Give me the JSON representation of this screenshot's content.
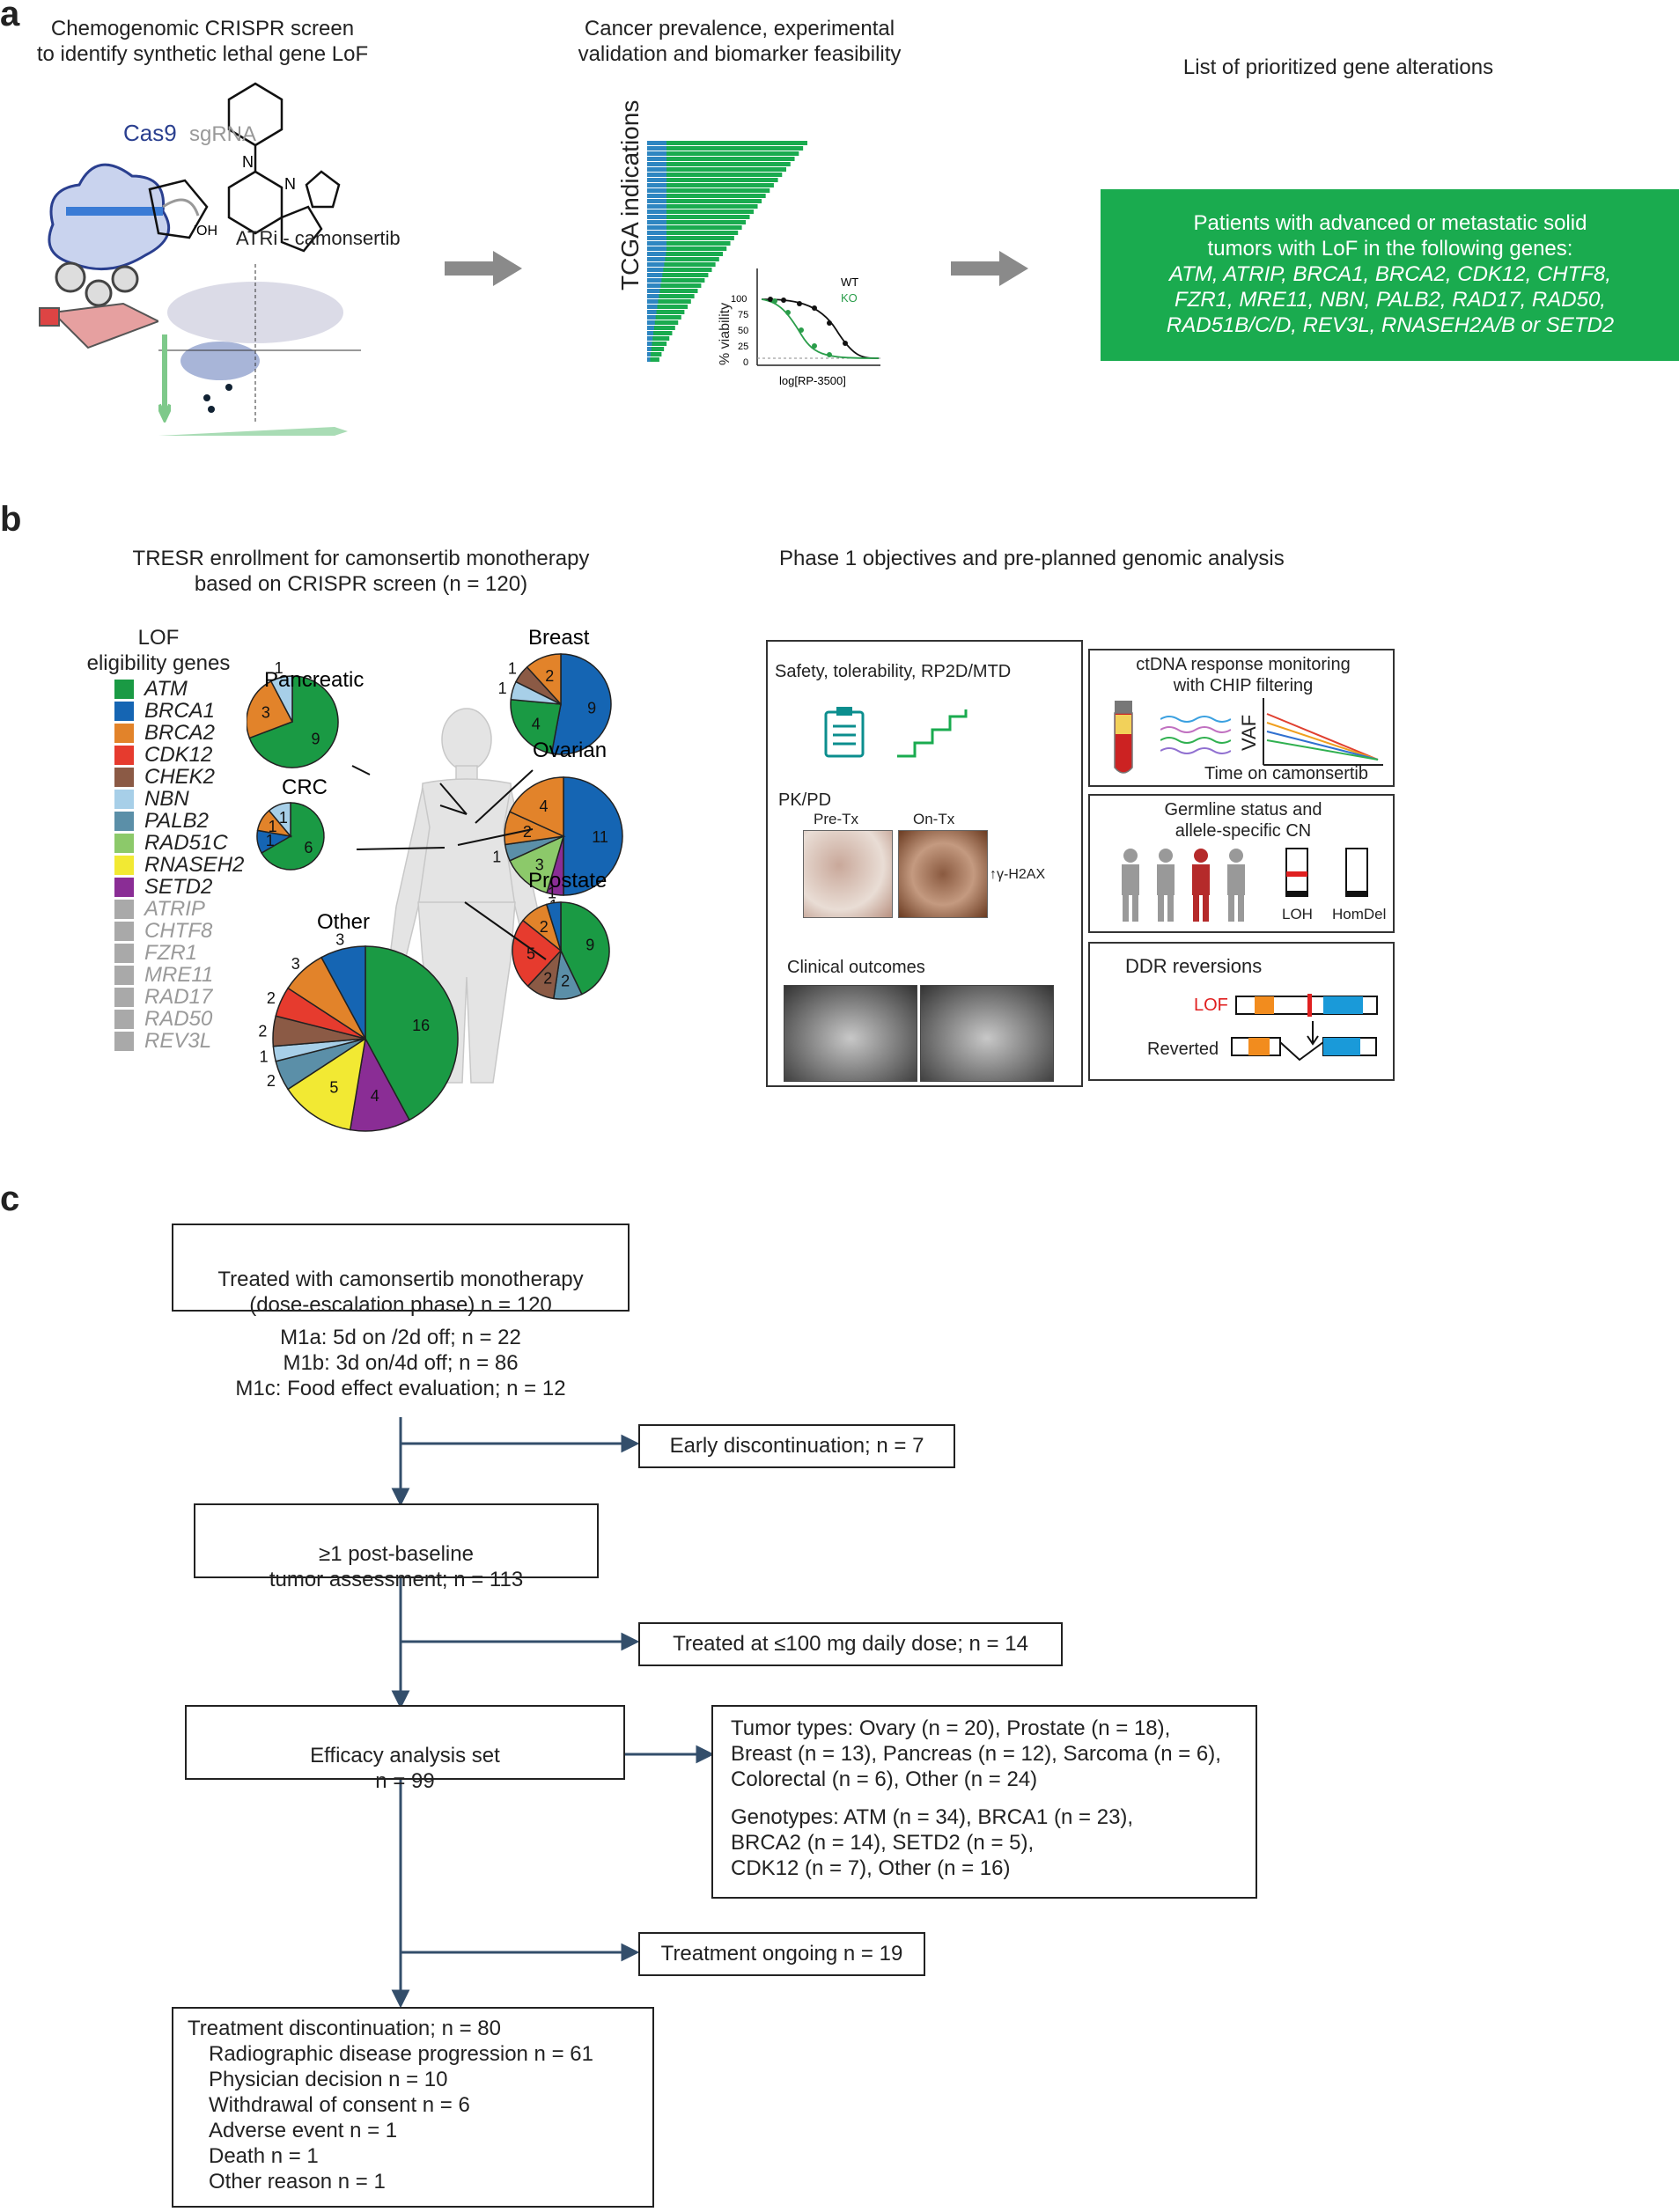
{
  "panel_a": {
    "letter": "a",
    "col1_title": "Chemogenomic CRISPR screen\nto identify synthetic lethal gene LoF",
    "cas9": "Cas9",
    "sgrna": "sgRNA",
    "drug_label": "ATRi - camonsertib",
    "col2_title": "Cancer prevalence, experimental\nvalidation and biomarker feasibility",
    "tcga_label": "TCGA indications",
    "viability_label": "% viability",
    "wt_label": "WT",
    "ko_label": "KO",
    "xaxis_label": "log[RP-3500]",
    "yticks": [
      "100",
      "75",
      "50",
      "25",
      "0"
    ],
    "col3_title": "List of prioritized gene alterations",
    "green_box_intro": "Patients with advanced or metastatic solid\ntumors with LoF in the following genes:",
    "green_box_genes": "ATM, ATRIP, BRCA1, BRCA2, CDK12, CHTF8,\nFZR1, MRE11, NBN, PALB2, RAD17, RAD50,\nRAD51B/C/D, REV3L, RNASEH2A/B or SETD2",
    "colors": {
      "green": "#1aab4f",
      "blue": "#2e86c1"
    }
  },
  "panel_b": {
    "letter": "b",
    "left_title": "TRESR enrollment for camonsertib monotherapy\nbased on CRISPR screen (n = 120)",
    "right_title": "Phase 1 objectives and pre-planned genomic analysis",
    "legend_title": "LOF\neligibility genes",
    "legend": [
      {
        "name": "ATM",
        "color": "#1a9a44",
        "gray": false
      },
      {
        "name": "BRCA1",
        "color": "#1565b3",
        "gray": false
      },
      {
        "name": "BRCA2",
        "color": "#e2832a",
        "gray": false
      },
      {
        "name": "CDK12",
        "color": "#e63b2e",
        "gray": false
      },
      {
        "name": "CHEK2",
        "color": "#8b5a45",
        "gray": false
      },
      {
        "name": "NBN",
        "color": "#a7cfe8",
        "gray": false
      },
      {
        "name": "PALB2",
        "color": "#5b8fa8",
        "gray": false
      },
      {
        "name": "RAD51C",
        "color": "#8cc96a",
        "gray": false
      },
      {
        "name": "RNASEH2",
        "color": "#f2e933",
        "gray": false
      },
      {
        "name": "SETD2",
        "color": "#8a2d95",
        "gray": false
      },
      {
        "name": "ATRIP",
        "color": "#a9a9a9",
        "gray": true
      },
      {
        "name": "CHTF8",
        "color": "#a9a9a9",
        "gray": true
      },
      {
        "name": "FZR1",
        "color": "#a9a9a9",
        "gray": true
      },
      {
        "name": "MRE11",
        "color": "#a9a9a9",
        "gray": true
      },
      {
        "name": "RAD17",
        "color": "#a9a9a9",
        "gray": true
      },
      {
        "name": "RAD50",
        "color": "#a9a9a9",
        "gray": true
      },
      {
        "name": "REV3L",
        "color": "#a9a9a9",
        "gray": true
      }
    ],
    "pies": [
      {
        "label": "Pancreatic",
        "slices": [
          {
            "gene": "ATM",
            "value": 9,
            "label": "9"
          },
          {
            "gene": "BRCA2",
            "value": 3,
            "label": "3"
          },
          {
            "gene": "NBN",
            "value": 1,
            "label": "1"
          }
        ]
      },
      {
        "label": "CRC",
        "slices": [
          {
            "gene": "ATM",
            "value": 6,
            "label": "6"
          },
          {
            "gene": "BRCA1",
            "value": 1,
            "label": "1"
          },
          {
            "gene": "BRCA2",
            "value": 1,
            "label": "1"
          },
          {
            "gene": "NBN",
            "value": 1,
            "label": "1"
          }
        ]
      },
      {
        "label": "Breast",
        "slices": [
          {
            "gene": "BRCA1",
            "value": 9,
            "label": "9"
          },
          {
            "gene": "ATM",
            "value": 4,
            "label": "4"
          },
          {
            "gene": "NBN",
            "value": 1,
            "label": "1"
          },
          {
            "gene": "CHEK2",
            "value": 1,
            "label": "1"
          },
          {
            "gene": "BRCA2",
            "value": 2,
            "label": "2"
          }
        ]
      },
      {
        "label": "Ovarian",
        "slices": [
          {
            "gene": "BRCA1",
            "value": 11,
            "label": "11"
          },
          {
            "gene": "SETD2",
            "value": 1,
            "label": "1"
          },
          {
            "gene": "RAD51C",
            "value": 3,
            "label": "3"
          },
          {
            "gene": "PALB2",
            "value": 1,
            "label": "1"
          },
          {
            "gene": "BRCA2",
            "value": 2,
            "label": "2"
          },
          {
            "gene": "BRCA2",
            "value": 4,
            "label": "4"
          }
        ]
      },
      {
        "label": "Prostate",
        "slices": [
          {
            "gene": "ATM",
            "value": 9,
            "label": "9"
          },
          {
            "gene": "PALB2",
            "value": 2,
            "label": "2"
          },
          {
            "gene": "CHEK2",
            "value": 2,
            "label": "2"
          },
          {
            "gene": "CDK12",
            "value": 5,
            "label": "5"
          },
          {
            "gene": "BRCA2",
            "value": 2,
            "label": "2"
          },
          {
            "gene": "BRCA1",
            "value": 1,
            "label": "1"
          }
        ]
      },
      {
        "label": "Other",
        "slices": [
          {
            "gene": "ATM",
            "value": 16,
            "label": "16"
          },
          {
            "gene": "SETD2",
            "value": 4,
            "label": "4"
          },
          {
            "gene": "RNASEH2",
            "value": 5,
            "label": "5"
          },
          {
            "gene": "PALB2",
            "value": 2,
            "label": "2"
          },
          {
            "gene": "NBN",
            "value": 1,
            "label": "1"
          },
          {
            "gene": "CHEK2",
            "value": 2,
            "label": "2"
          },
          {
            "gene": "CDK12",
            "value": 2,
            "label": "2"
          },
          {
            "gene": "BRCA2",
            "value": 3,
            "label": "3"
          },
          {
            "gene": "BRCA1",
            "value": 3,
            "label": "3"
          }
        ]
      }
    ],
    "box_safety": "Safety, tolerability, RP2D/MTD",
    "box_pkpd": "PK/PD",
    "pre_tx": "Pre-Tx",
    "on_tx": "On-Tx",
    "h2ax": "γ-H2AX",
    "clinical": "Clinical outcomes",
    "ctdna_title": "ctDNA response monitoring\nwith CHIP filtering",
    "vaf": "VAF",
    "time_label": "Time on camonsertib",
    "germline_title": "Germline status and\nallele-specific CN",
    "loh": "LOH",
    "homdel": "HomDel",
    "ddr_title": "DDR reversions",
    "lof": "LOF",
    "reverted": "Reverted"
  },
  "panel_c": {
    "letter": "c",
    "box1": "Treated with camonsertib monotherapy\n(dose-escalation phase) n = 120",
    "arms": [
      "M1a: 5d on /2d off; n = 22",
      "M1b: 3d on/4d off; n = 86",
      "M1c: Food effect evaluation; n = 12"
    ],
    "early": "Early discontinuation; n = 7",
    "box2": "≥1 post-baseline\ntumor assessment; n = 113",
    "treated100": "Treated at ≤100 mg daily dose; n = 14",
    "box3": "Efficacy analysis set\nn = 99",
    "tumor_types": "Tumor types: Ovary (n = 20), Prostate (n = 18),\nBreast (n = 13), Pancreas (n = 12), Sarcoma (n = 6),\nColorectal (n = 6), Other (n = 24)",
    "genotypes": "Genotypes: ATM (n = 34), BRCA1 (n = 23),\nBRCA2 (n = 14), SETD2 (n = 5),\nCDK12 (n = 7), Other (n = 16)",
    "ongoing": "Treatment ongoing n = 19",
    "disc_title": "Treatment discontinuation; n = 80",
    "disc_items": [
      "Radiographic disease progression n = 61",
      "Physician decision n = 10",
      "Withdrawal of consent n = 6",
      "Adverse event n = 1",
      "Death n = 1",
      "Other reason n = 1"
    ]
  }
}
